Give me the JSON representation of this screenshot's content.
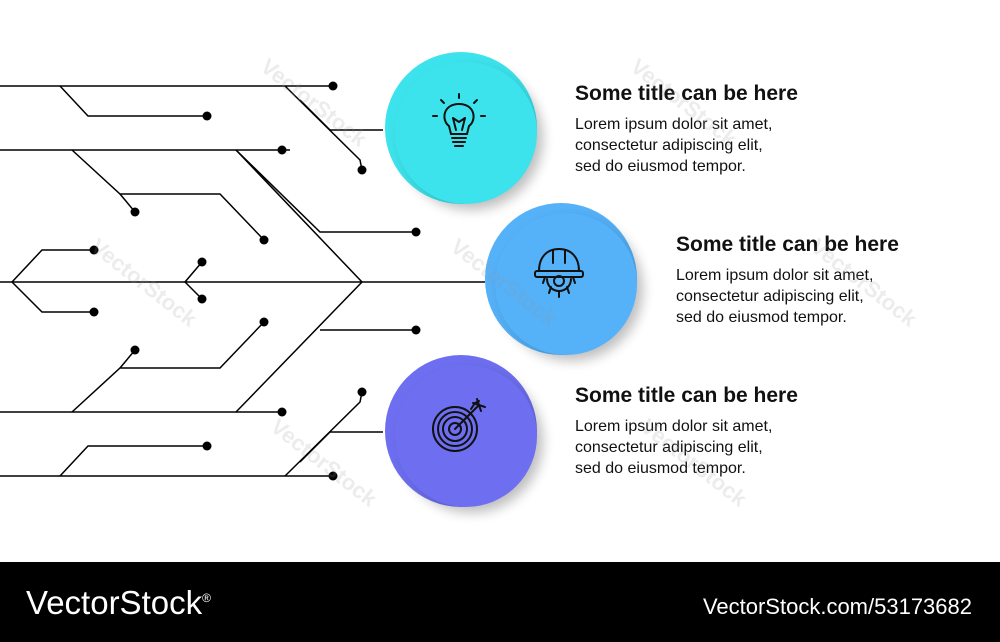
{
  "colors": {
    "circle1": "#3DE3EC",
    "circle2": "#55B1F8",
    "circle3": "#6E6FF0",
    "line": "#000000",
    "footer_bg": "#000000"
  },
  "items": [
    {
      "title": "Some title can be here",
      "lines": [
        "Lorem ipsum dolor sit amet,",
        "consectetur adipiscing elit,",
        "sed do eiusmod tempor."
      ],
      "icon": "lightbulb-icon"
    },
    {
      "title": "Some title can be here",
      "lines": [
        "Lorem ipsum dolor sit amet,",
        "consectetur adipiscing elit,",
        "sed do eiusmod tempor."
      ],
      "icon": "hard-hat-gear-icon"
    },
    {
      "title": "Some title can be here",
      "lines": [
        "Lorem ipsum dolor sit amet,",
        "consectetur adipiscing elit,",
        "sed do eiusmod tempor."
      ],
      "icon": "target-arrow-icon"
    }
  ],
  "watermark": "VectorStock",
  "footer": {
    "brand": "VectorStock",
    "brand_reg": "®",
    "ref": "VectorStock.com/53173682"
  }
}
